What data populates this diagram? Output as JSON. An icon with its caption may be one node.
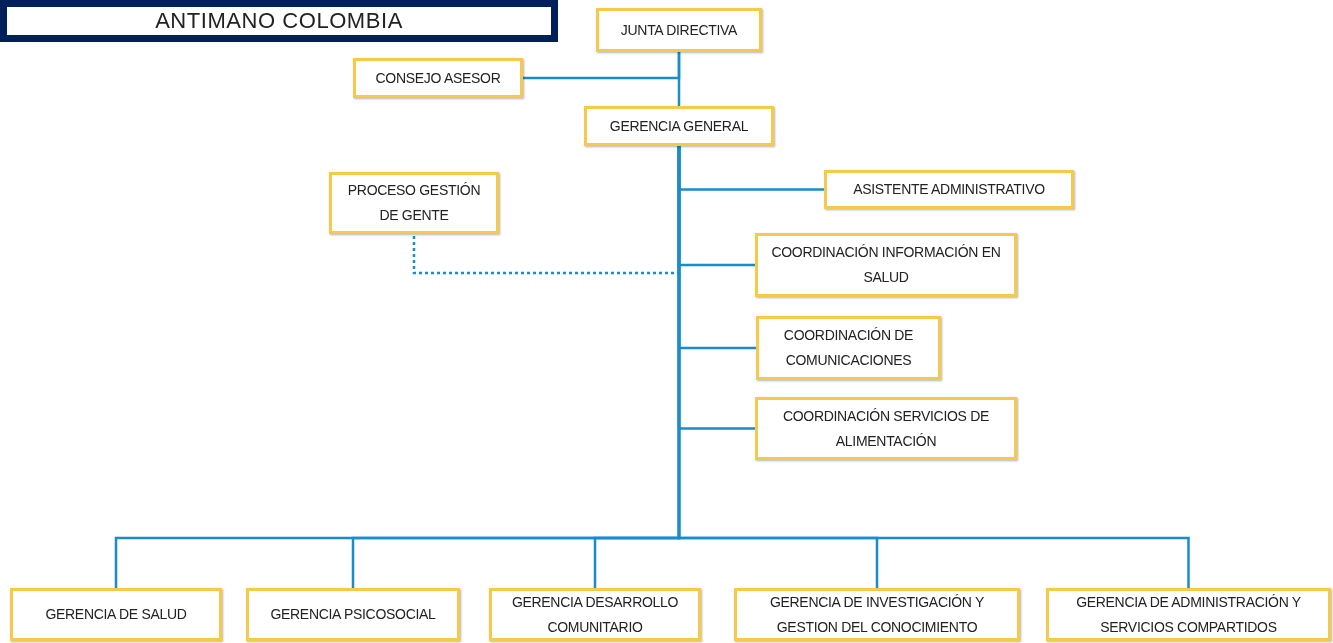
{
  "diagram": {
    "title": "ANTIMANO COLOMBIA",
    "nodes": [
      {
        "text": [
          "JUNTA DIRECTIVA"
        ]
      },
      {
        "text": [
          "CONSEJO ASESOR"
        ]
      },
      {
        "text": [
          "GERENCIA GENERAL"
        ]
      },
      {
        "text": [
          "PROCESO GESTIÓN DE GENTE"
        ]
      },
      {
        "text": [
          "ASISTENTE ADMINISTRATIVO"
        ]
      },
      {
        "text": [
          "COORDINACIÓN INFORMACIÓN EN SALUD"
        ]
      },
      {
        "text": [
          "COORDINACIÓN DE COMUNICACIONES"
        ]
      },
      {
        "text": [
          "COORDINACIÓN SERVICIOS DE ALIMENTACIÓN"
        ]
      },
      {
        "text": [
          "GERENCIA DE SALUD"
        ]
      },
      {
        "text": [
          "GERENCIA PSICOSOCIAL"
        ]
      },
      {
        "text": [
          "GERENCIA DESARROLLO COMUNITARIO"
        ]
      },
      {
        "text": [
          "GERENCIA DE INVESTIGACIÓN Y GESTION DEL CONOCIMIENTO"
        ]
      },
      {
        "text": [
          "GERENCIA DE ADMINISTRACIÓN Y SERVICIOS COMPARTIDOS"
        ]
      }
    ],
    "edges": [
      {
        "from": 0,
        "to": 2,
        "arrow": "none"
      },
      {
        "from": 0,
        "to": 1,
        "arrow": "none"
      },
      {
        "from": 2,
        "to": 3,
        "arrow": "none",
        "style": "dashed"
      },
      {
        "from": 2,
        "to": 4,
        "arrow": "none"
      },
      {
        "from": 2,
        "to": 5,
        "arrow": "none"
      },
      {
        "from": 2,
        "to": 6,
        "arrow": "none"
      },
      {
        "from": 2,
        "to": 7,
        "arrow": "none"
      },
      {
        "from": 2,
        "to": 8,
        "arrow": "none"
      },
      {
        "from": 2,
        "to": 9,
        "arrow": "none"
      },
      {
        "from": 2,
        "to": 10,
        "arrow": "none"
      },
      {
        "from": 2,
        "to": 11,
        "arrow": "none"
      },
      {
        "from": 2,
        "to": 12,
        "arrow": "none"
      }
    ]
  }
}
